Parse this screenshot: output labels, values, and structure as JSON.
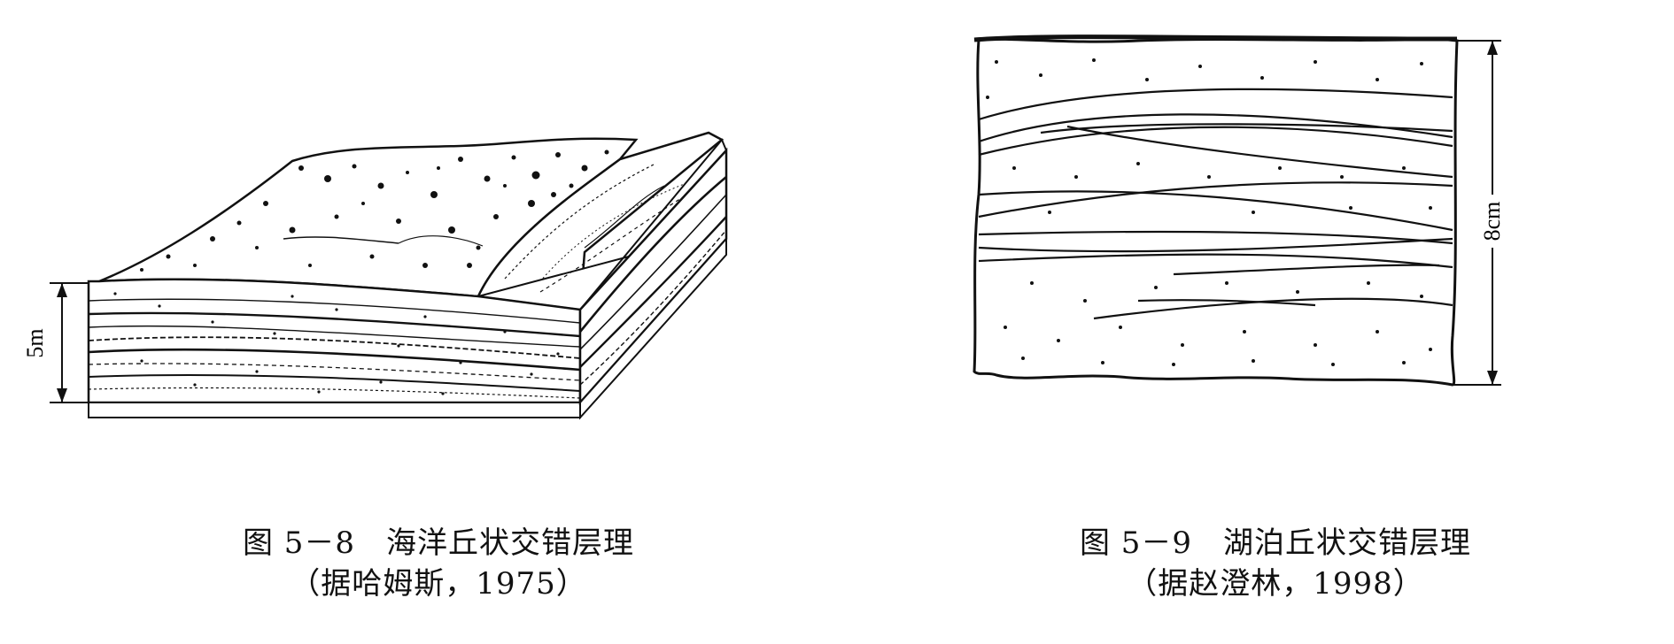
{
  "figures": [
    {
      "id": "fig-5-8",
      "scale_label": "5m",
      "caption_title": "图 5－8　海洋丘状交错层理",
      "caption_source": "（据哈姆斯，1975）"
    },
    {
      "id": "fig-5-9",
      "scale_label": "8cm",
      "caption_title": "图 5－9　湖泊丘状交错层理",
      "caption_source": "（据赵澄林，1998）"
    }
  ],
  "colors": {
    "ink": "#111111",
    "paper": "#ffffff"
  }
}
